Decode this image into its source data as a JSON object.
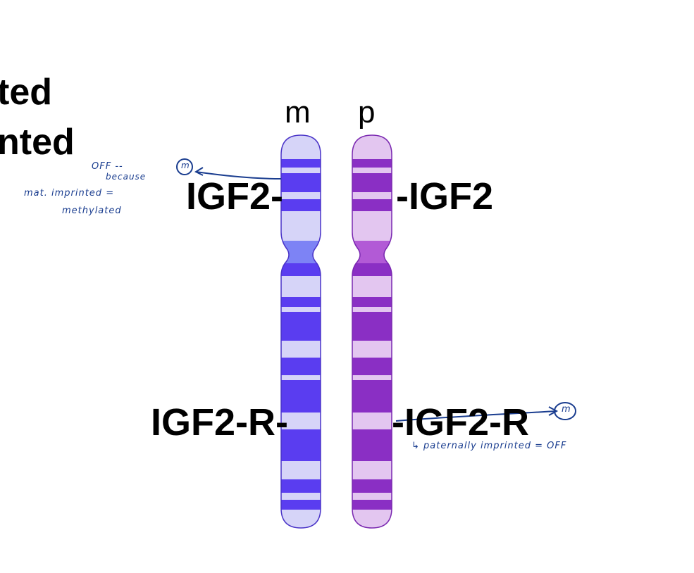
{
  "left_fragments": [
    "ted",
    "nted"
  ],
  "chromosomes": {
    "maternal_label": "m",
    "paternal_label": "p",
    "maternal_color": "#5a3df0",
    "maternal_light": "#d6d4f8",
    "paternal_color": "#8a2fc4",
    "paternal_light": "#e3c6f0"
  },
  "genes": {
    "igf2_left": "IGF2-",
    "igf2_right": "-IGF2",
    "igf2r_left": "IGF2-R-",
    "igf2r_right": "-IGF2-R"
  },
  "annotations": {
    "top_line1": "OFF  --",
    "top_line2": "because",
    "top_line3": "mat.   imprinted =",
    "top_line4": "methylated",
    "top_circle": "m",
    "bottom_circle": "m",
    "bottom_note": "↳ paternally  imprinted = OFF",
    "ink_color": "#1a3d8f"
  }
}
